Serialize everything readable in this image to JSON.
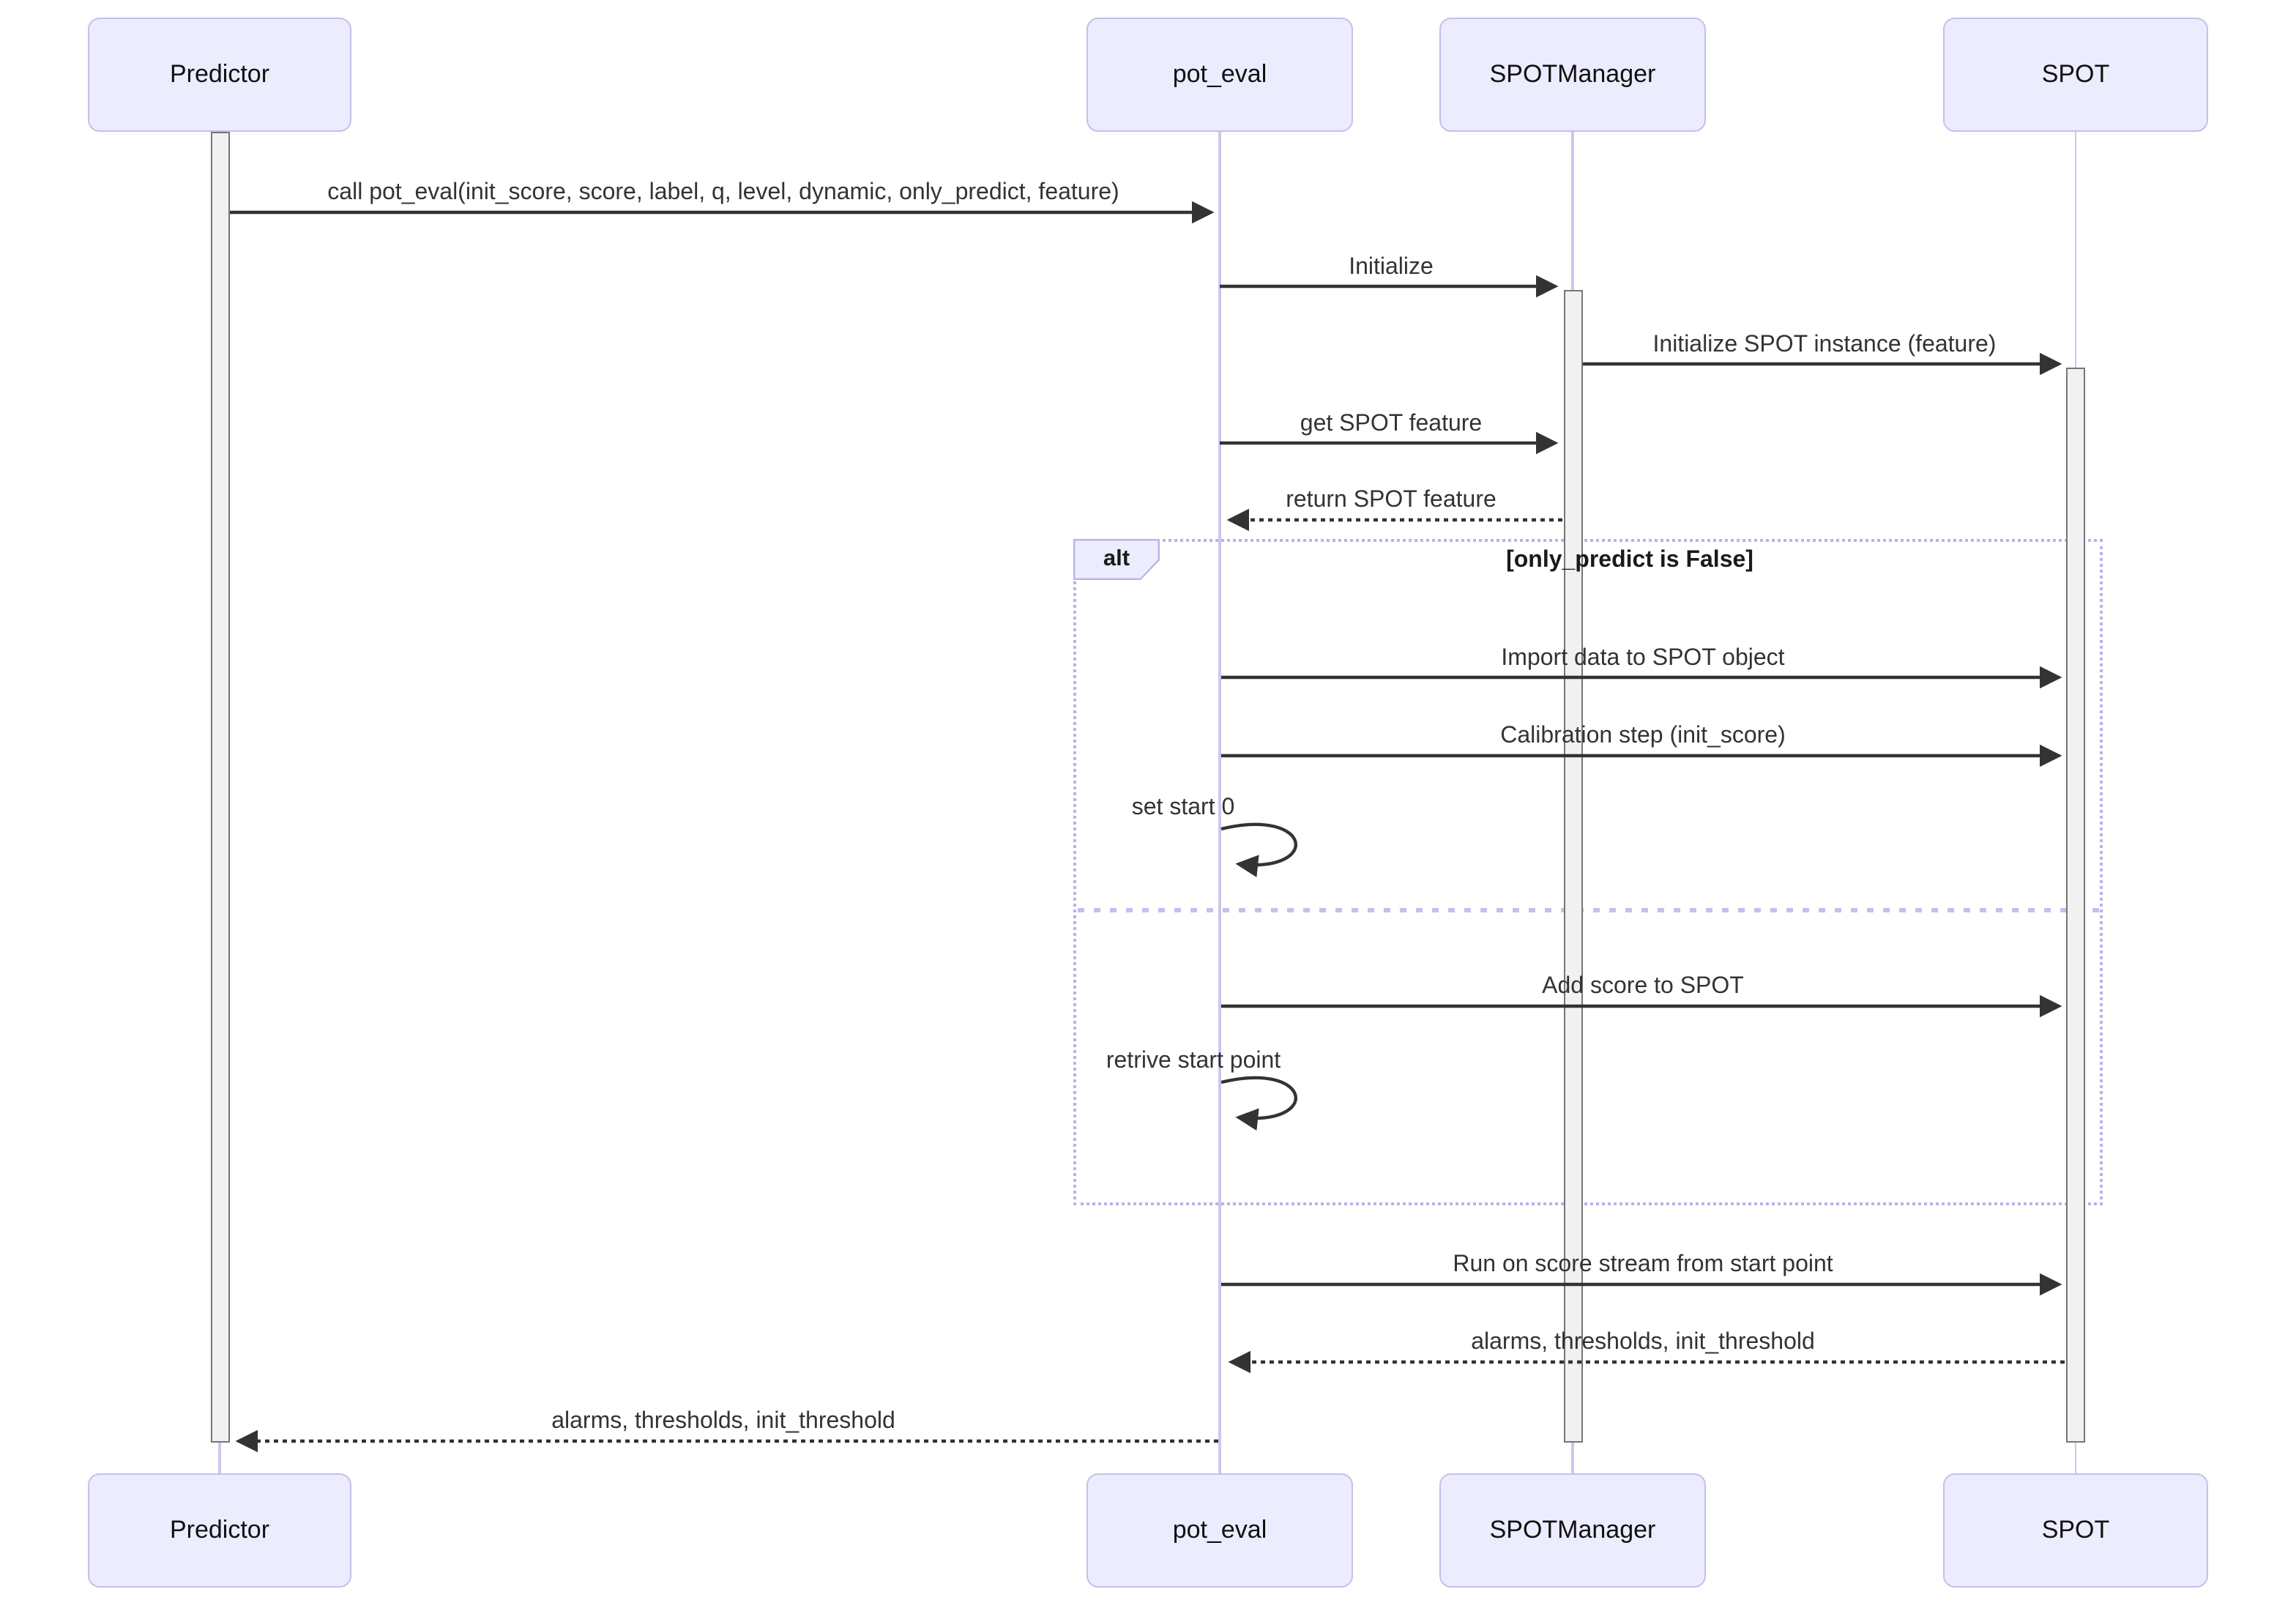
{
  "diagram": {
    "type": "uml-sequence-diagram",
    "participants": [
      {
        "name": "Predictor"
      },
      {
        "name": "pot_eval"
      },
      {
        "name": "SPOTManager"
      },
      {
        "name": "SPOT"
      }
    ],
    "messages": [
      {
        "from": "Predictor",
        "to": "pot_eval",
        "style": "solid",
        "text": "call pot_eval(init_score, score, label, q, level, dynamic, only_predict, feature)"
      },
      {
        "from": "pot_eval",
        "to": "SPOTManager",
        "style": "solid",
        "text": "Initialize"
      },
      {
        "from": "SPOTManager",
        "to": "SPOT",
        "style": "solid",
        "text": "Initialize SPOT instance (feature)"
      },
      {
        "from": "pot_eval",
        "to": "SPOTManager",
        "style": "solid",
        "text": "get SPOT feature"
      },
      {
        "from": "SPOTManager",
        "to": "pot_eval",
        "style": "dashed",
        "text": "return SPOT feature"
      },
      {
        "from": "pot_eval",
        "to": "SPOT",
        "style": "solid",
        "text": "Import data to SPOT object"
      },
      {
        "from": "pot_eval",
        "to": "SPOT",
        "style": "solid",
        "text": "Calibration step (init_score)"
      },
      {
        "from": "pot_eval",
        "to": "pot_eval",
        "style": "self",
        "text": "set start 0"
      },
      {
        "from": "pot_eval",
        "to": "SPOT",
        "style": "solid",
        "text": "Add score to SPOT"
      },
      {
        "from": "pot_eval",
        "to": "pot_eval",
        "style": "self",
        "text": "retrive start point"
      },
      {
        "from": "pot_eval",
        "to": "SPOT",
        "style": "solid",
        "text": "Run on score stream from start point"
      },
      {
        "from": "SPOT",
        "to": "pot_eval",
        "style": "dashed",
        "text": "alarms, thresholds, init_threshold"
      },
      {
        "from": "pot_eval",
        "to": "Predictor",
        "style": "dashed",
        "text": "alarms, thresholds, init_threshold"
      }
    ],
    "alt_block": {
      "label": "alt",
      "guard": "[only_predict is False]",
      "branches": 2
    },
    "colors": {
      "participant_fill": "#ECECFF",
      "participant_border": "#C8BEE9",
      "lifeline": "#CFC6EE",
      "activation_fill": "#F1F1F1",
      "activation_border": "#767676",
      "arrow": "#333333",
      "alt_frame_border": "#BCB1E8",
      "alt_divider": "#CBBCF0",
      "background": "#FFFFFF"
    }
  }
}
